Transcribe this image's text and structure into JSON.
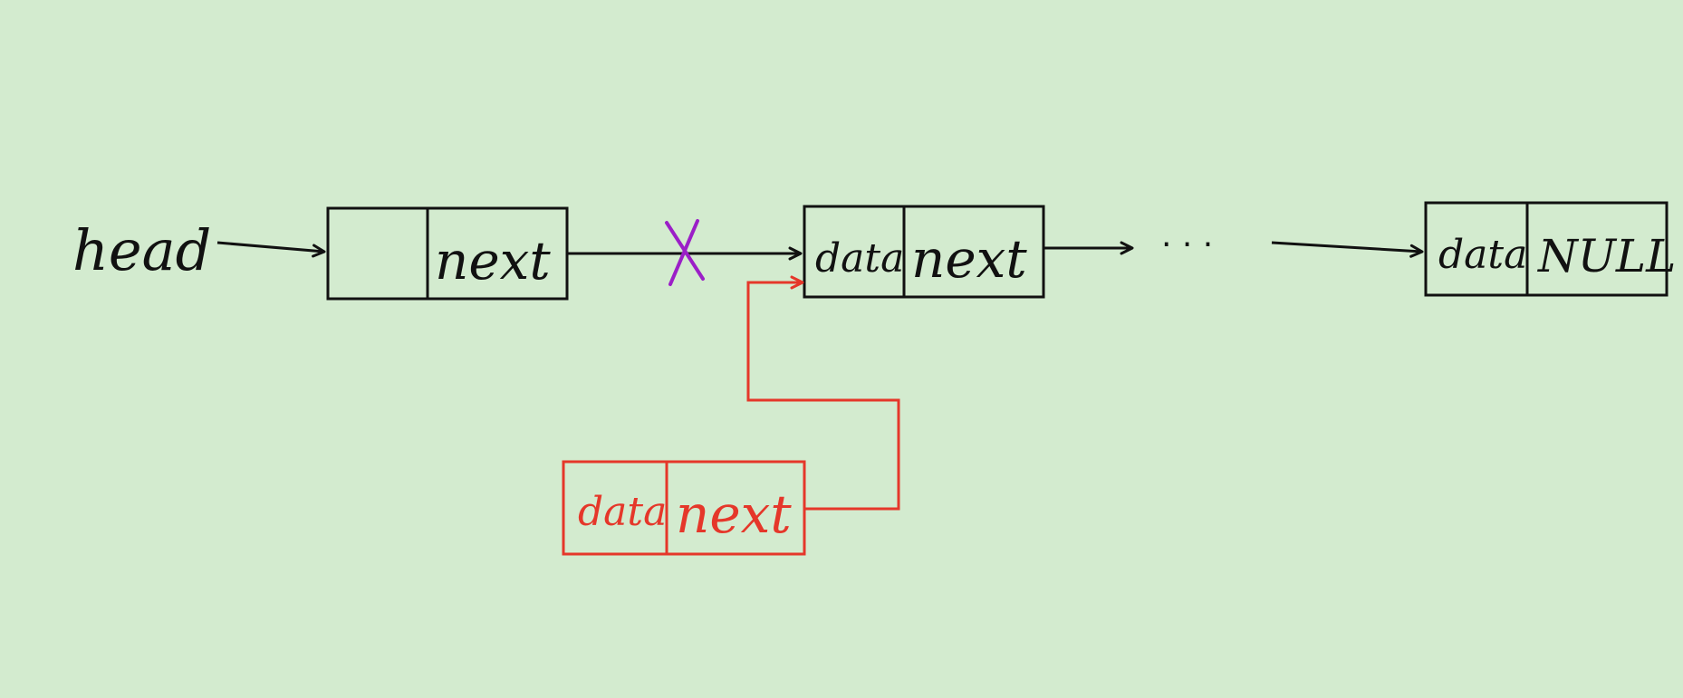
{
  "colors": {
    "background": "#d3ebcf",
    "ink": "#111111",
    "new_node": "#e5372a",
    "removed_link_mark": "#9b1fc7"
  },
  "labels": {
    "head": "head",
    "head_node_next": "next",
    "node1_data": "data",
    "node1_next": "next",
    "ellipsis": "· · ·",
    "last_data": "data",
    "last_next": "NULL",
    "new_data": "data",
    "new_next": "next",
    "removed_link_mark": "X"
  }
}
